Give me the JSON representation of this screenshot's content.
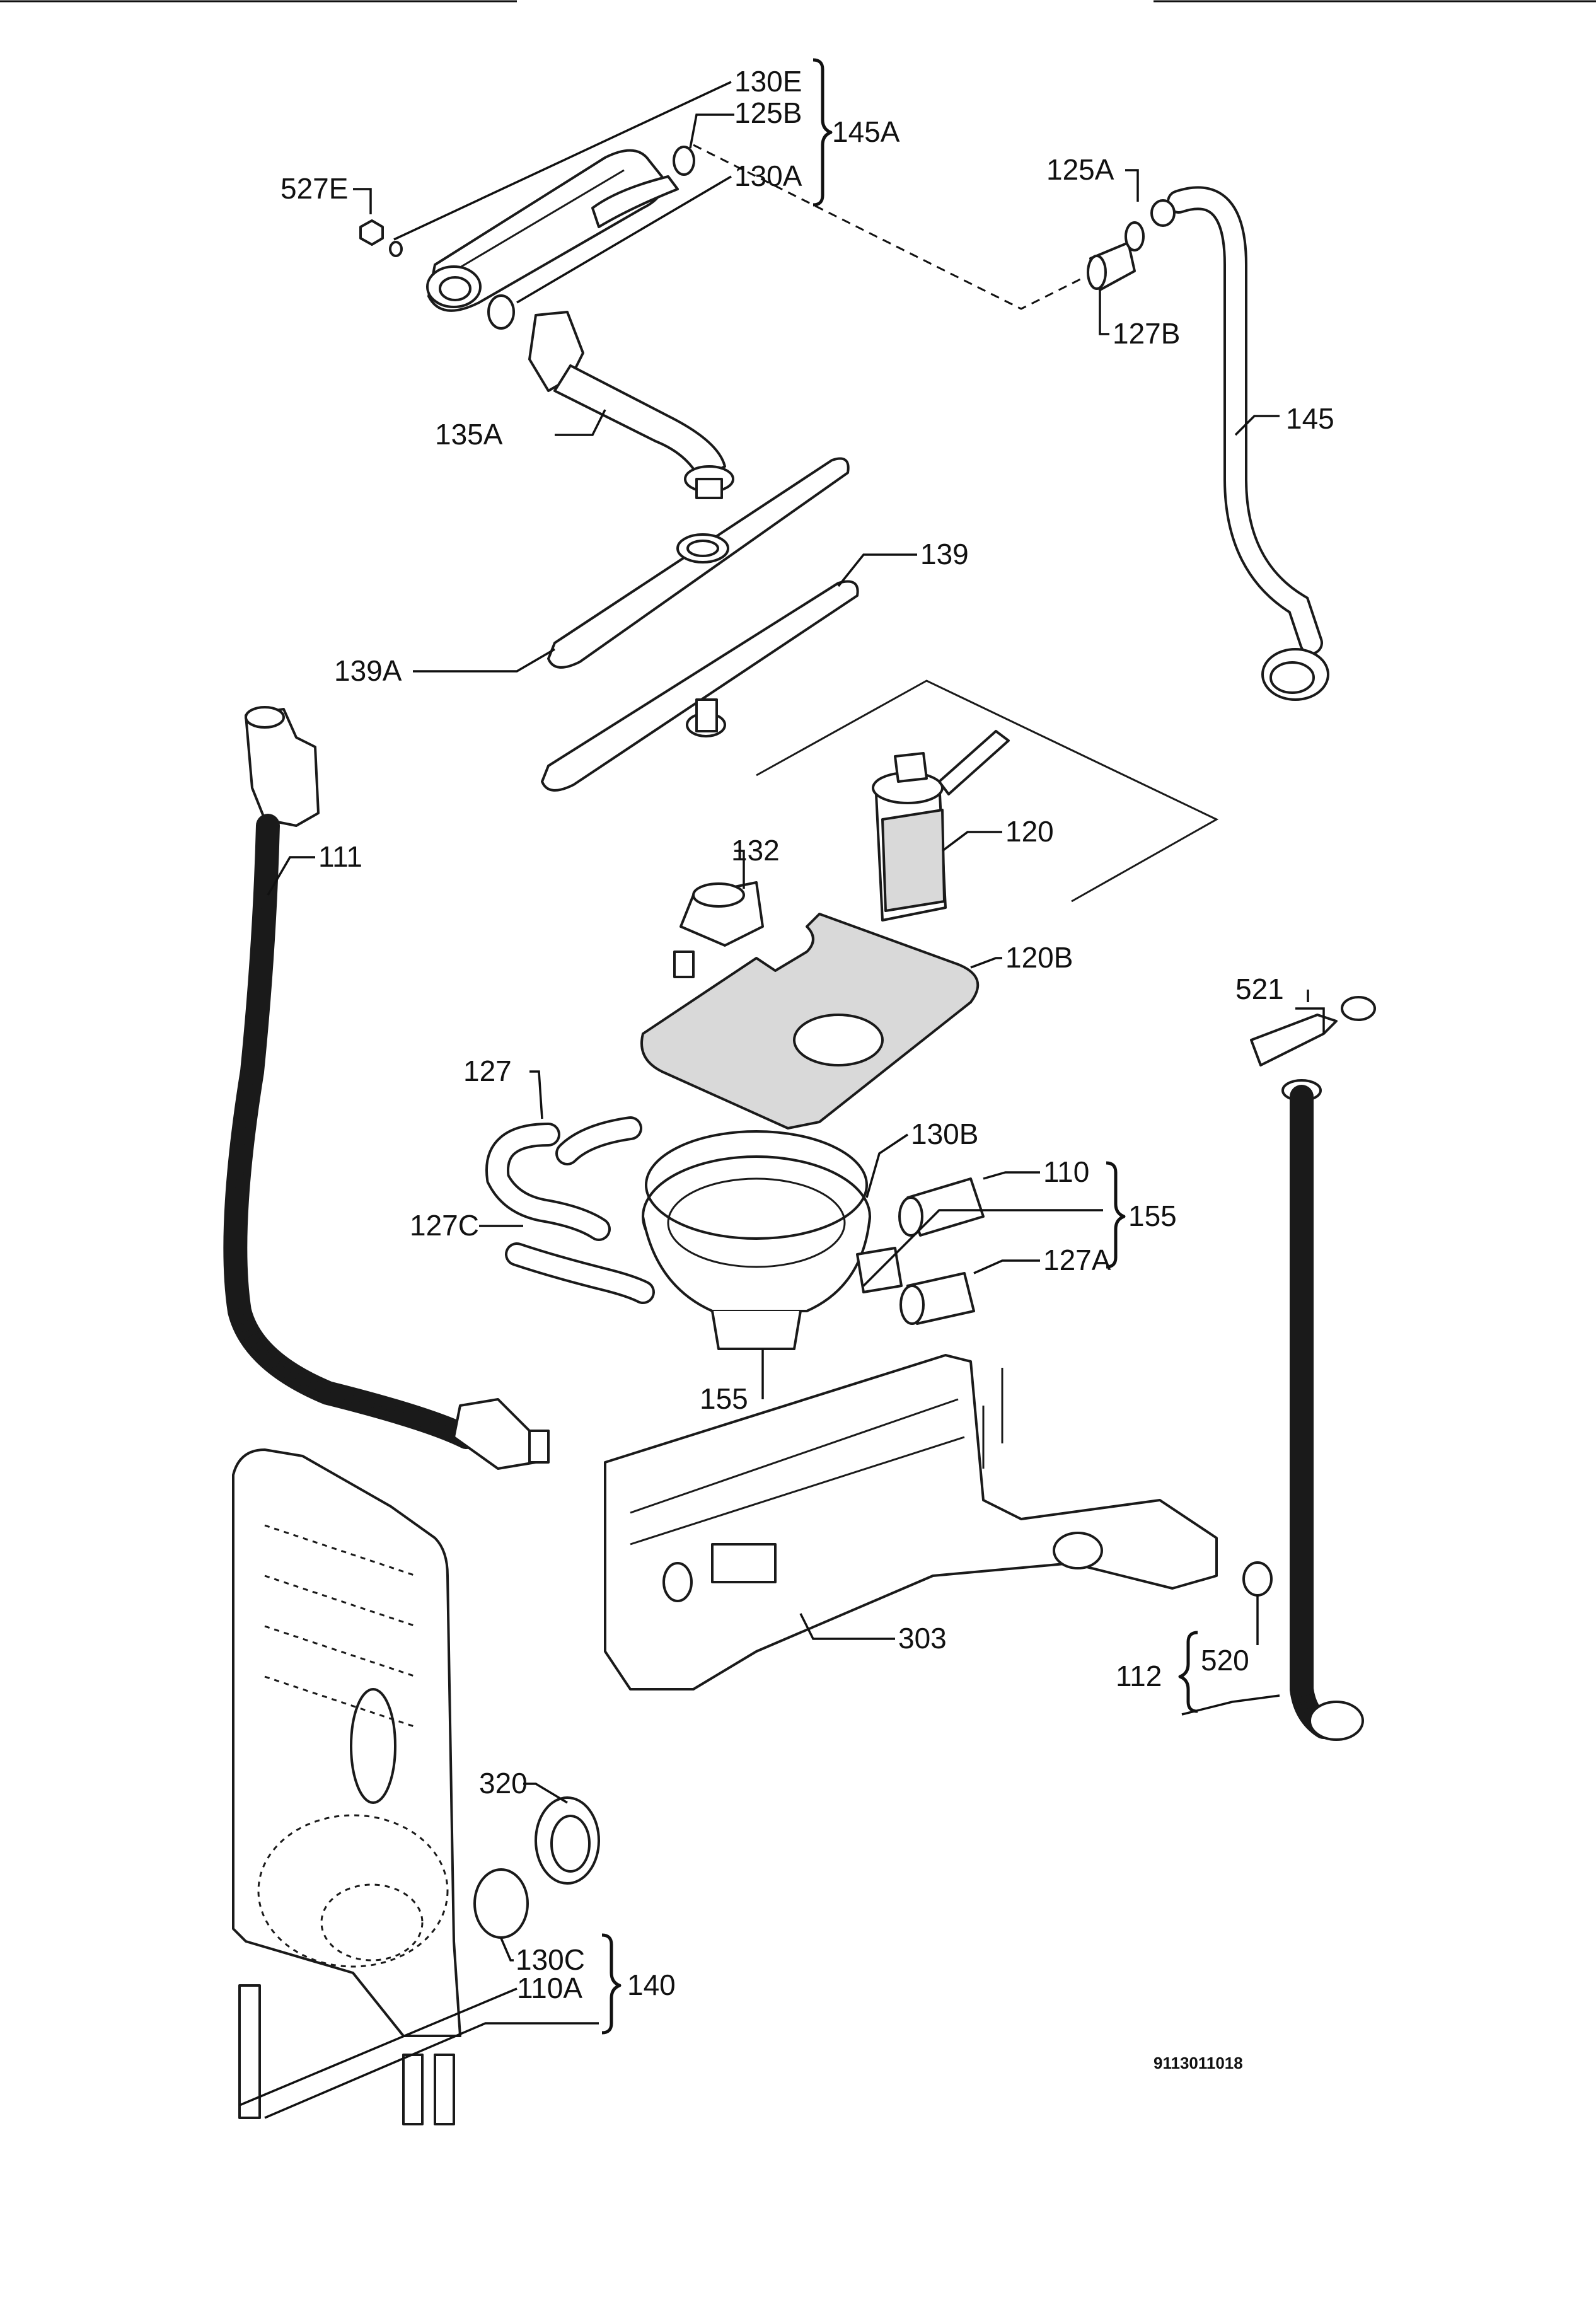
{
  "diagram": {
    "part_labels": {
      "p130E": "130E",
      "p125B": "125B",
      "p145A": "145A",
      "p130A": "130A",
      "p527E": "527E",
      "p125A": "125A",
      "p127B": "127B",
      "p145": "145",
      "p135A": "135A",
      "p139": "139",
      "p139A": "139A",
      "p111": "111",
      "p132": "132",
      "p120": "120",
      "p120B": "120B",
      "p521": "521",
      "p127": "127",
      "p130B": "130B",
      "p110": "110",
      "p155a": "155",
      "p127C": "127C",
      "p127A": "127A",
      "p155b": "155",
      "p303": "303",
      "p520": "520",
      "p112": "112",
      "p320": "320",
      "p130C": "130C",
      "p110A": "110A",
      "p140": "140"
    },
    "drawing_number": "9113011018"
  }
}
